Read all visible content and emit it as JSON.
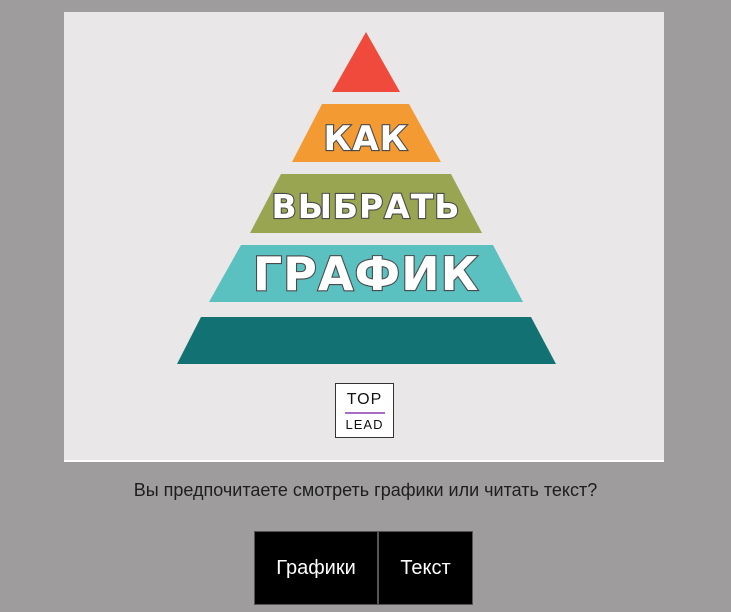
{
  "illustration": {
    "pyramid_lines": [
      "КАК",
      "ВЫБРАТЬ",
      "ГРАФИК"
    ],
    "tier_colors": [
      "#f04a3c",
      "#f39a32",
      "#9aa551",
      "#5bc0c0",
      "#127273"
    ],
    "logo": {
      "line1": "TOP",
      "line2": "LEAD",
      "accent": "#a86cc1"
    }
  },
  "question": "Вы предпочитаете смотреть графики или читать текст?",
  "buttons": {
    "graphs": "Графики",
    "text": "Текст"
  }
}
